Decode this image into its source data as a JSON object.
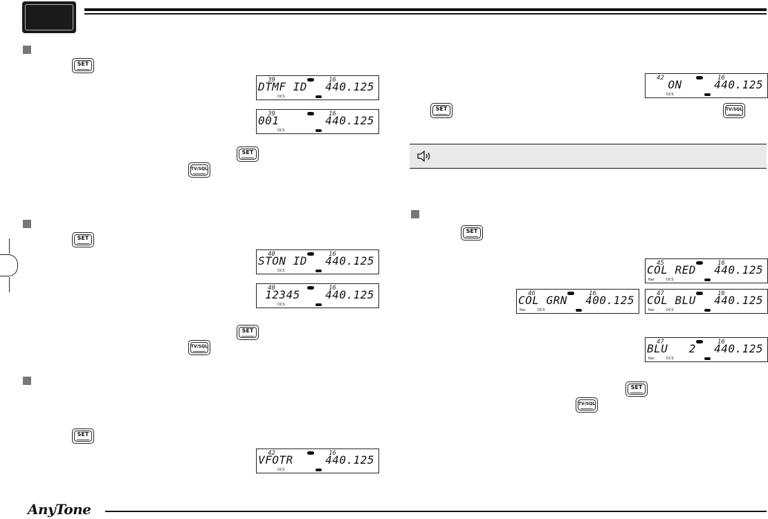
{
  "footer": {
    "brand": "AnyTone"
  },
  "keys": {
    "set": "SET",
    "tvsql": "TV/SQL"
  },
  "displays": {
    "d39a": {
      "ch": "39",
      "pw": "16",
      "main": "DTMF ID",
      "freq": "440.125",
      "sub": "DCS",
      "nar": ""
    },
    "d39b": {
      "ch": "39",
      "pw": "16",
      "main": "001",
      "freq": "440.125",
      "sub": "DCS",
      "nar": ""
    },
    "d40a": {
      "ch": "40",
      "pw": "16",
      "main": "STON ID",
      "freq": "440.125",
      "sub": "DCS",
      "nar": ""
    },
    "d40b": {
      "ch": "40",
      "pw": "16",
      "main": " 12345",
      "freq": "440.125",
      "sub": "DCS",
      "nar": ""
    },
    "d42a": {
      "ch": "42",
      "pw": "16",
      "main": "VFOTR",
      "freq": "440.125",
      "sub": "DCS",
      "nar": ""
    },
    "d42b": {
      "ch": "42",
      "pw": "16",
      "main": "   ON",
      "freq": "440.125",
      "sub": "DCS",
      "nar": ""
    },
    "d45": {
      "ch": "45",
      "pw": "16",
      "main": "COL RED",
      "freq": "440.125",
      "sub": "DCS",
      "nar": "Nar"
    },
    "d46": {
      "ch": "46",
      "pw": "16",
      "main": "COL GRN",
      "freq": "400.125",
      "sub": "DCS",
      "nar": "Nar"
    },
    "d47a": {
      "ch": "47",
      "pw": "16",
      "main": "COL BLU",
      "freq": "440.125",
      "sub": "DCS",
      "nar": "Nar"
    },
    "d47b": {
      "ch": "47",
      "pw": "16",
      "main": "BLU   2",
      "freq": "440.125",
      "sub": "DCS",
      "nar": "Nar"
    }
  },
  "icons": {
    "note": "speaker-icon"
  }
}
